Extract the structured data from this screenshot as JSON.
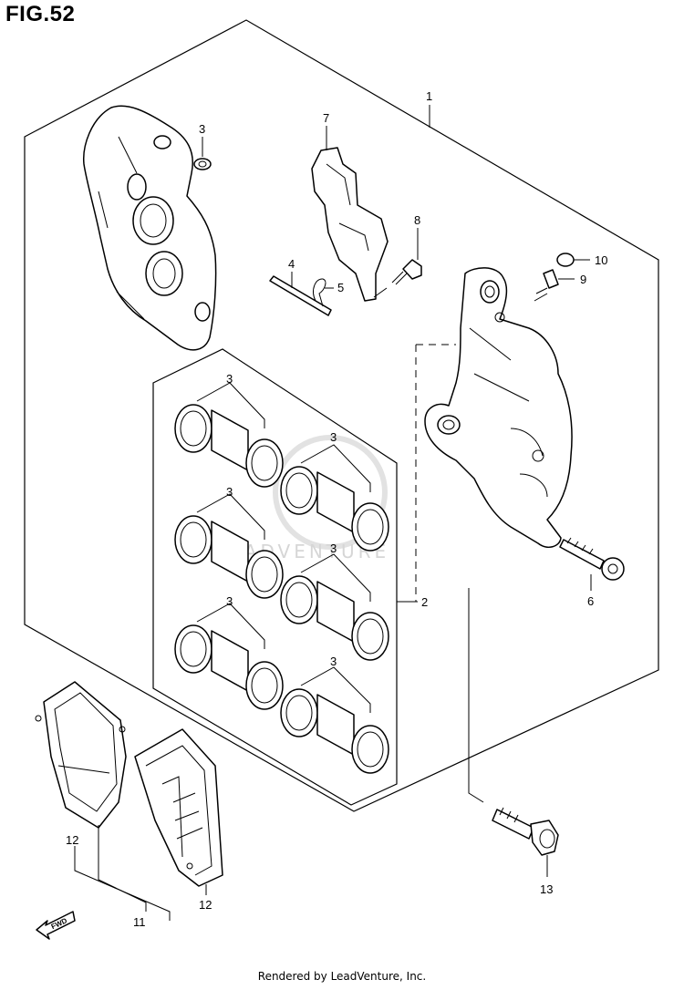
{
  "figure": {
    "title": "FIG.52"
  },
  "callouts": {
    "c1": "1",
    "c2": "2",
    "c3_washer": "3",
    "c3_a": "3",
    "c3_b": "3",
    "c3_c": "3",
    "c3_d": "3",
    "c3_e": "3",
    "c3_f": "3",
    "c4": "4",
    "c5": "5",
    "c6": "6",
    "c7": "7",
    "c8": "8",
    "c9": "9",
    "c10": "10",
    "c11": "11",
    "c12_left": "12",
    "c12_right": "12",
    "c13": "13"
  },
  "watermark": "LEADVENTURE",
  "fwd_label": "FWD",
  "caption": "Rendered by LeadVenture, Inc."
}
